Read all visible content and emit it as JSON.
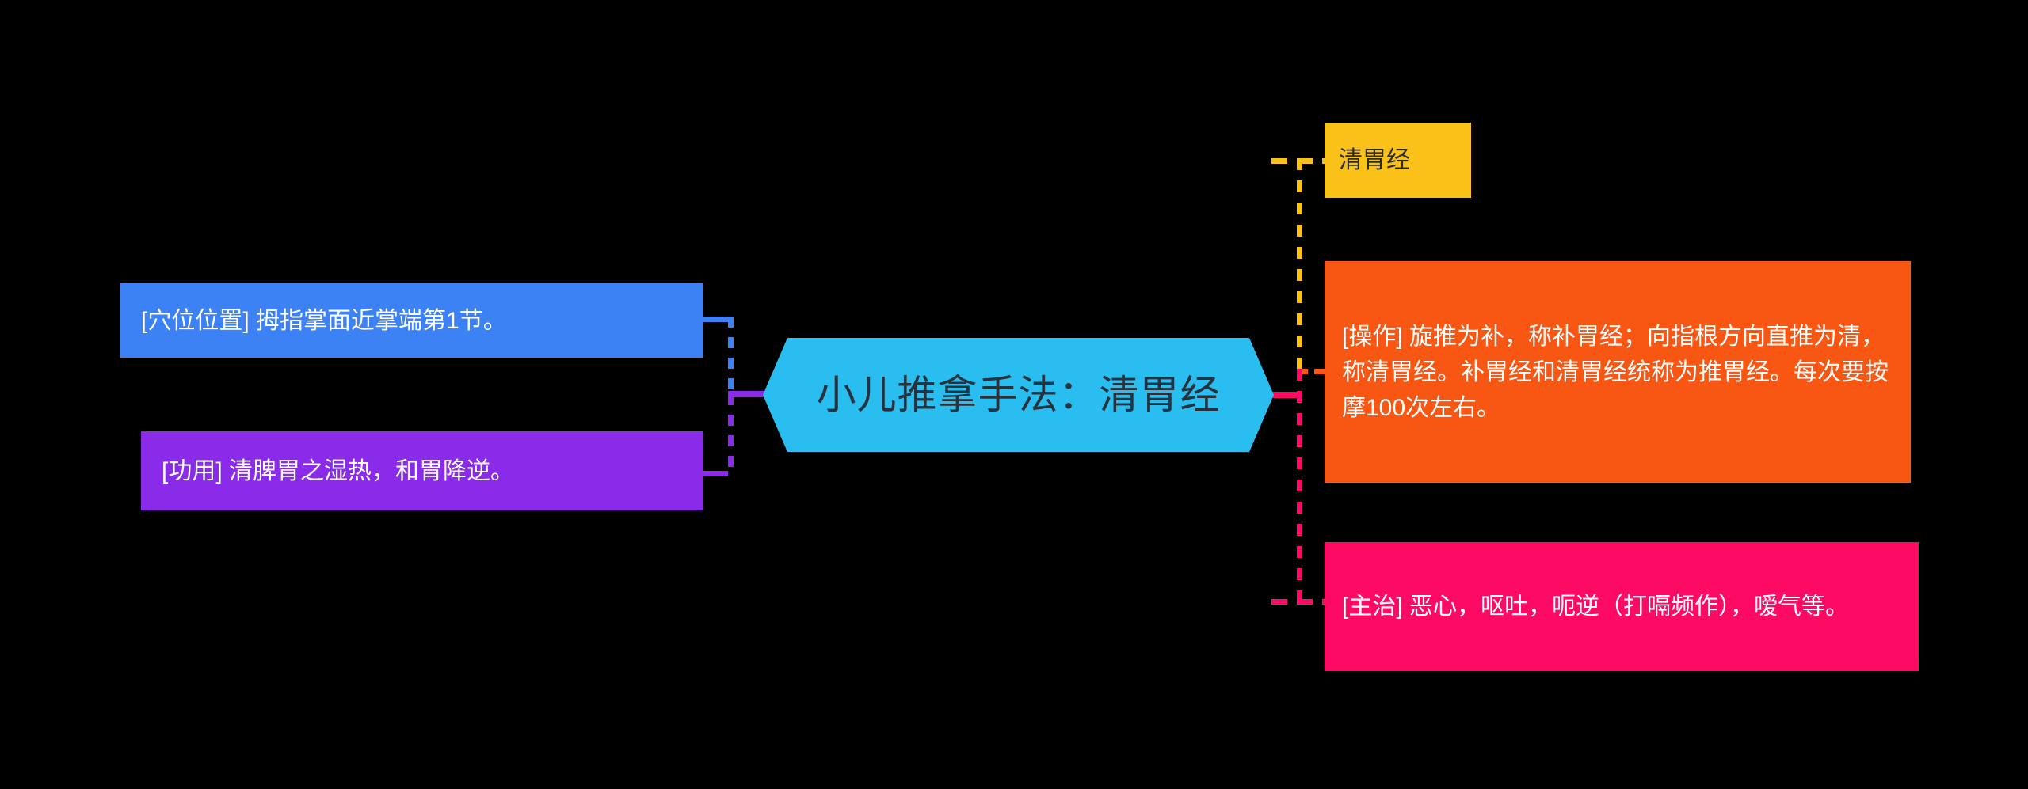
{
  "diagram": {
    "type": "mindmap",
    "background_color": "#000000",
    "central": {
      "label": "小儿推拿手法：清胃经",
      "shape": "hexagon",
      "fill_color": "#29bdf0",
      "text_color": "#27323c"
    },
    "branches": {
      "left": [
        {
          "id": "position",
          "label": "[穴位位置] 拇指掌面近掌端第1节。",
          "fill_color": "#3d82f5",
          "text_color": "#ffffff",
          "connector_color": "#3d82f5"
        },
        {
          "id": "function",
          "label": "[功用] 清脾胃之湿热，和胃降逆。",
          "fill_color": "#8a2be9",
          "text_color": "#ffffff",
          "connector_color": "#8a2be9"
        }
      ],
      "right": [
        {
          "id": "name",
          "label": "清胃经",
          "fill_color": "#fac119",
          "text_color": "#2b2b22",
          "connector_color": "#fac119"
        },
        {
          "id": "operation",
          "label": "[操作] 旋推为补，称补胃经；向指根方向直推为清，称清胃经。补胃经和清胃经统称为推胃经。每次要按摩100次左右。",
          "fill_color": "#f75613",
          "text_color": "#ffffff",
          "connector_color": "#f75613"
        },
        {
          "id": "indication",
          "label": "[主治] 恶心，呕吐，呃逆（打嗝频作），嗳气等。",
          "fill_color": "#fc0a63",
          "text_color": "#ffffff",
          "connector_color": "#fc0a63"
        }
      ]
    }
  }
}
